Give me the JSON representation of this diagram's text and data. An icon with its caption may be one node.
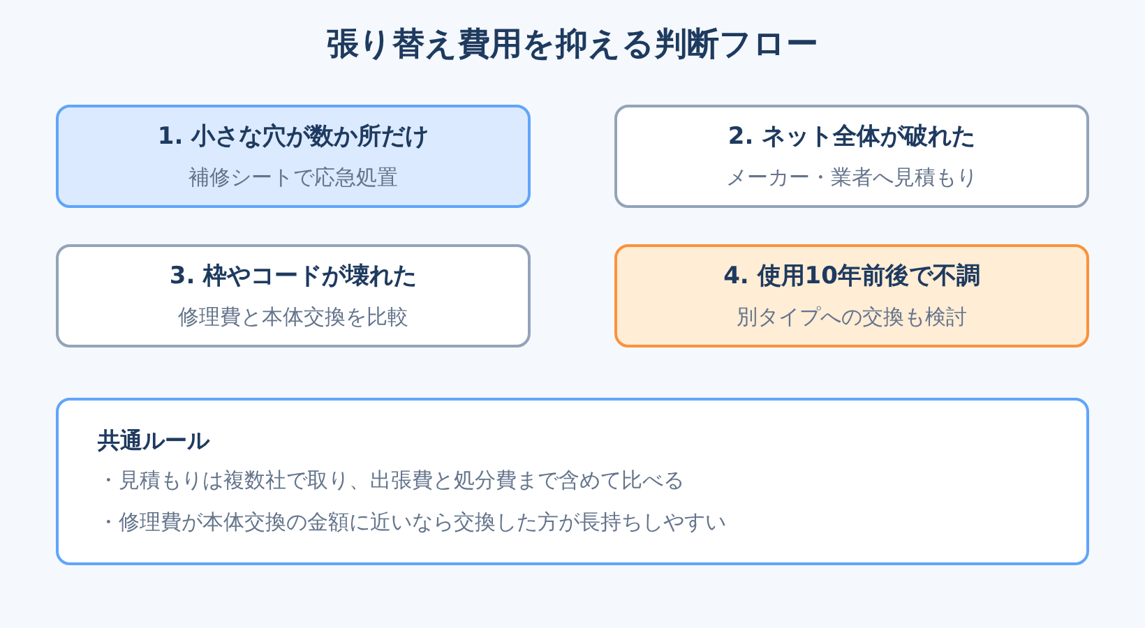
{
  "diagram": {
    "title": "張り替え費用を抑える判断フロー",
    "nodes": [
      {
        "text": [
          "1. 小さな穴が数か所だけ",
          "補修シートで応急処置"
        ]
      },
      {
        "text": [
          "2. ネット全体が破れた",
          "メーカー・業者へ見積もり"
        ]
      },
      {
        "text": [
          "3. 枠やコードが壊れた",
          "修理費と本体交換を比較"
        ]
      },
      {
        "text": [
          "4. 使用10年前後で不調",
          "別タイプへの交換も検討"
        ]
      },
      {
        "text": [
          "共通ルール",
          "・見積もりは複数社で取り、出張費と処分費まで含めて比べる",
          "・修理費が本体交換の金額に近いなら交換した方が長持ちしやすい"
        ]
      }
    ]
  }
}
